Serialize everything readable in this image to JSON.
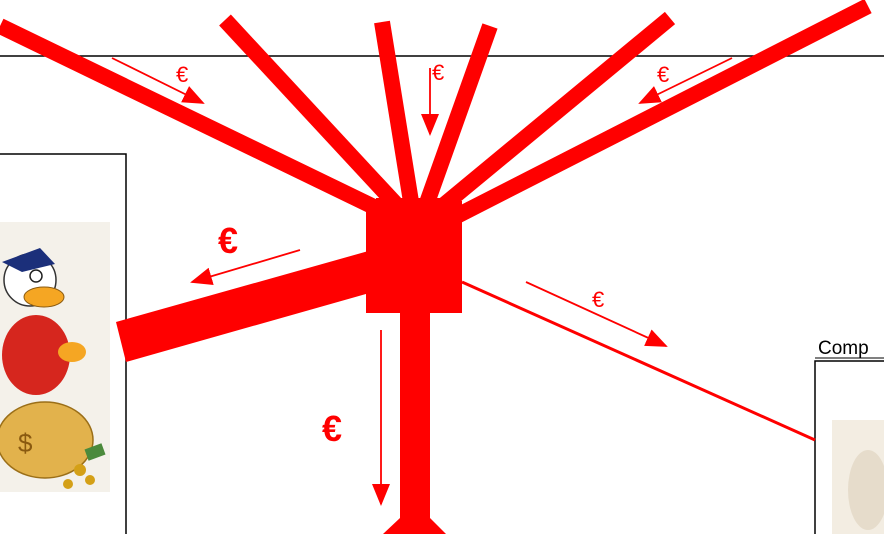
{
  "colors": {
    "flow": "#ff0000",
    "frame": "#000000",
    "background": "#ffffff"
  },
  "labels": {
    "euro_in_1": "€",
    "euro_in_2": "€",
    "euro_in_3": "€",
    "euro_out_left": "€",
    "euro_out_down": "€",
    "euro_out_right": "€",
    "comp_label": "Comp"
  },
  "images": {
    "left_picture": "cartoon-duck-with-money-bag",
    "right_picture": "partially-visible-figure"
  }
}
